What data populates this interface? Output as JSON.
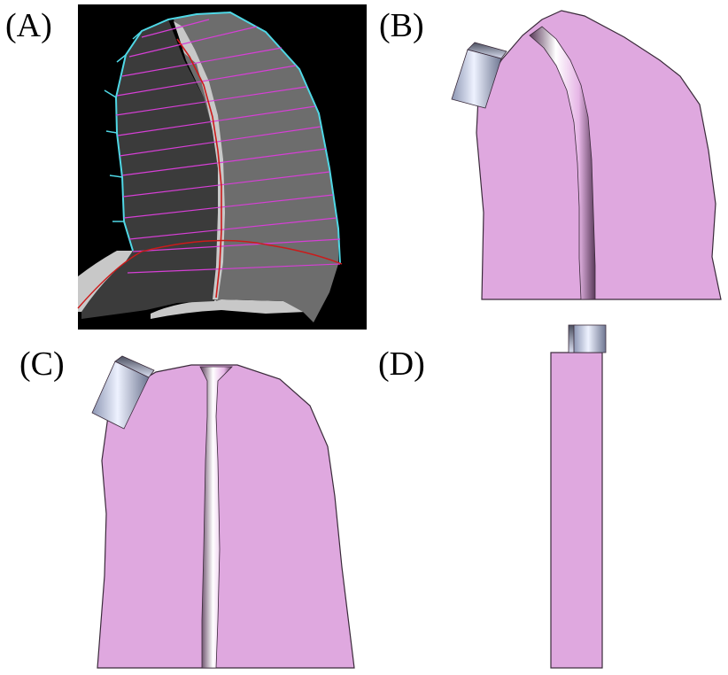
{
  "figure": {
    "panels": [
      {
        "id": "A",
        "label": "(A)"
      },
      {
        "id": "B",
        "label": "(B)"
      },
      {
        "id": "C",
        "label": "(C)"
      },
      {
        "id": "D",
        "label": "(D)"
      }
    ],
    "colors": {
      "model_fill": "#dfa8df",
      "model_stroke": "#3a2a3a",
      "scan_background": "#000000",
      "dark_region": "#3b3b3b",
      "light_region": "#6d6d6d",
      "pale_region": "#c8c8c8",
      "outline_cyan": "#4fd8e6",
      "section_lines_magenta": "#d63fd6",
      "centerline_red": "#cc1a1a",
      "transducer_metal": "#b9c4e6"
    }
  }
}
